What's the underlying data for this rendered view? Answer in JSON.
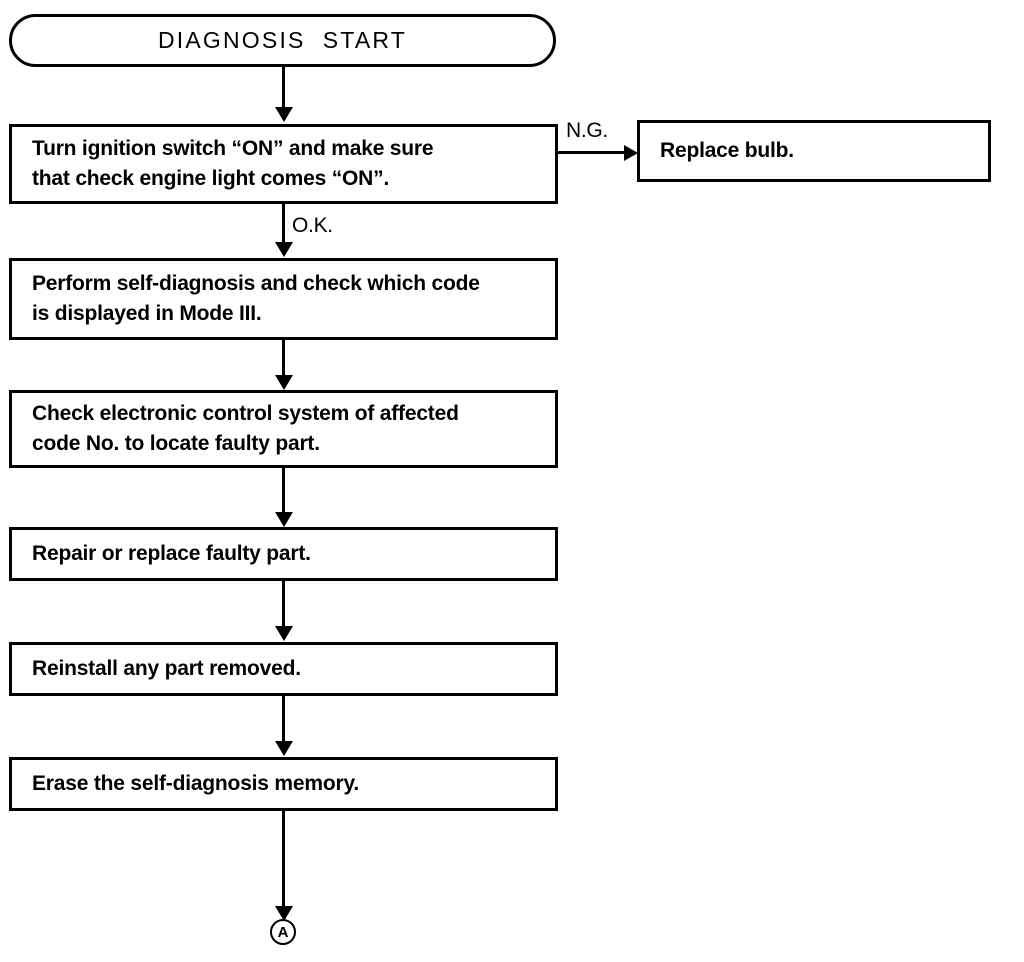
{
  "diagram": {
    "title": "DIAGNOSIS START",
    "type": "flowchart",
    "nodes": [
      {
        "id": "start",
        "shape": "terminator",
        "text": "DIAGNOSIS  START"
      },
      {
        "id": "step1",
        "shape": "process",
        "text": "Turn ignition switch “ON” and make sure\nthat check engine light comes “ON”."
      },
      {
        "id": "replace_bulb",
        "shape": "process",
        "text": "Replace bulb."
      },
      {
        "id": "step2",
        "shape": "process",
        "text": "Perform self-diagnosis and check which code\nis displayed in Mode III."
      },
      {
        "id": "step3",
        "shape": "process",
        "text": "Check electronic control system of affected\ncode No. to locate faulty part."
      },
      {
        "id": "step4",
        "shape": "process",
        "text": "Repair or replace faulty part."
      },
      {
        "id": "step5",
        "shape": "process",
        "text": "Reinstall any part removed."
      },
      {
        "id": "step6",
        "shape": "process",
        "text": "Erase the self-diagnosis memory."
      },
      {
        "id": "connector_a",
        "shape": "circle",
        "text": "A"
      }
    ],
    "edge_labels": {
      "ng": "N.G.",
      "ok": "O.K."
    },
    "colors": {
      "line": "#000000",
      "background": "#ffffff",
      "text": "#000000"
    }
  }
}
